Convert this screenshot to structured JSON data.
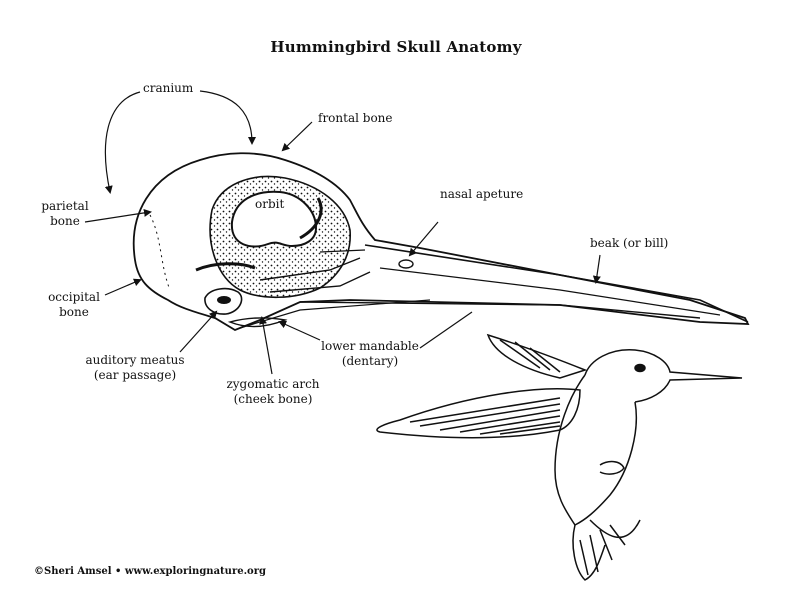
{
  "title": "Hummingbird Skull Anatomy",
  "labels": {
    "cranium": "cranium",
    "frontal_bone": "frontal bone",
    "parietal_bone": [
      "parietal",
      "bone"
    ],
    "orbit": "orbit",
    "occipital_bone": [
      "occipital",
      "bone"
    ],
    "nasal_apeture": "nasal apeture",
    "beak": "beak (or bill)",
    "auditory_meatus": [
      "auditory meatus",
      "(ear passage)"
    ],
    "zygomatic_arch": [
      "zygomatic arch",
      "(cheek bone)"
    ],
    "lower_mandable": [
      "lower mandable",
      "(dentary)"
    ]
  },
  "credit": "©Sheri Amsel • www.exploringnature.org",
  "colors": {
    "line": "#111111",
    "background": "#ffffff"
  }
}
